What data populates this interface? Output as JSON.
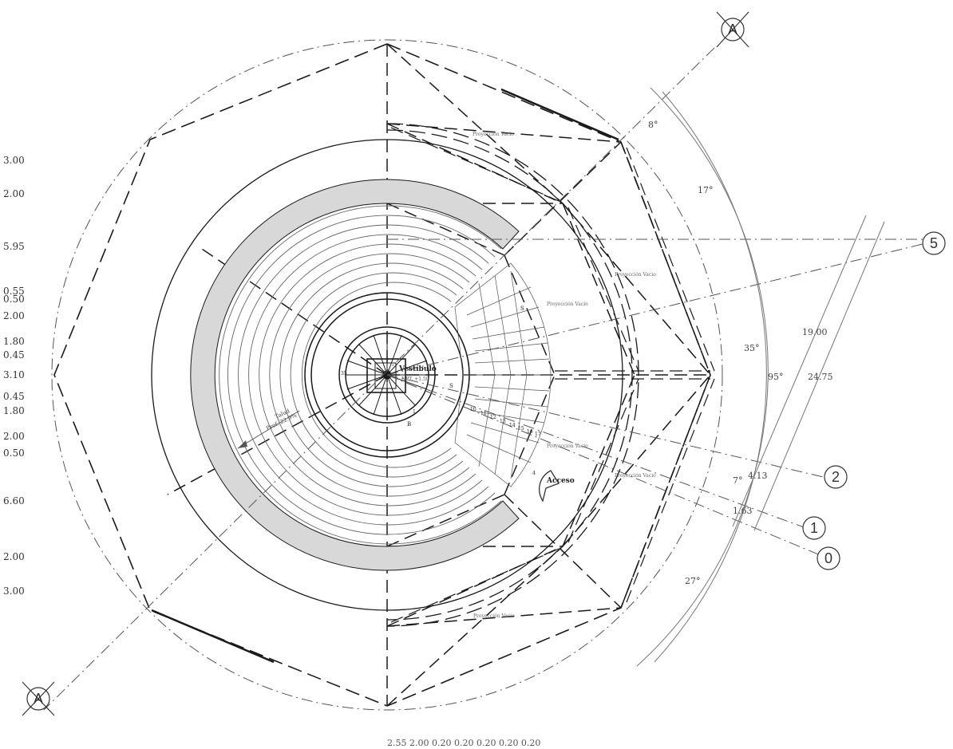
{
  "grid_labels": {
    "a_top": "A",
    "a_bottom": "A",
    "five": "5",
    "two": "2",
    "one": "1",
    "zero": "0"
  },
  "angles": {
    "a8": "8°",
    "a17": "17°",
    "a35": "35°",
    "a95": "95°",
    "a7": "7°",
    "a27": "27°"
  },
  "dims_right": {
    "d1900": "19.00",
    "d2475": "24.75",
    "d413": "4.13",
    "d163": "1.63"
  },
  "dims_left": [
    "3.00",
    "2.00",
    "5.95",
    "0.55",
    "0.50",
    "2.00",
    "1.80",
    "0.45",
    "3.10",
    "0.45",
    "1.80",
    "2.00",
    "0.50",
    "6.60",
    "2.00",
    "3.00"
  ],
  "dims_bottom": "2.55 2.00 0.20 0.20 0.20 0.20 0.20",
  "labels": {
    "proyeccion_top": "Proyección Vacio",
    "proyeccion_right": "Proyección Vacio",
    "proyeccion_mid": "Proyección Vacio",
    "proyeccion_low": "Proyección Vacio",
    "proyeccion_right_low": "Proyección Vacio",
    "proyeccion_bottom": "Proyección Vacio",
    "vestibulo": "Vestíbulo",
    "npt": "NPT. +1.50",
    "acceso": "Acceso",
    "talud": "Talud",
    "talud_prof": "Prof. 22.9%",
    "s1": "S",
    "s2": "S",
    "b": "B",
    "num35": "35",
    "num10": "10",
    "num11": "11",
    "num12": "12",
    "num13": "13",
    "num14": "14",
    "num15": "15",
    "num16": "16",
    "num17": "17",
    "num4": "4",
    "num1": "1"
  },
  "colors": {
    "line": "#1a1a1a",
    "gray_line": "#888888",
    "fill_band": "#d8d8d8"
  }
}
